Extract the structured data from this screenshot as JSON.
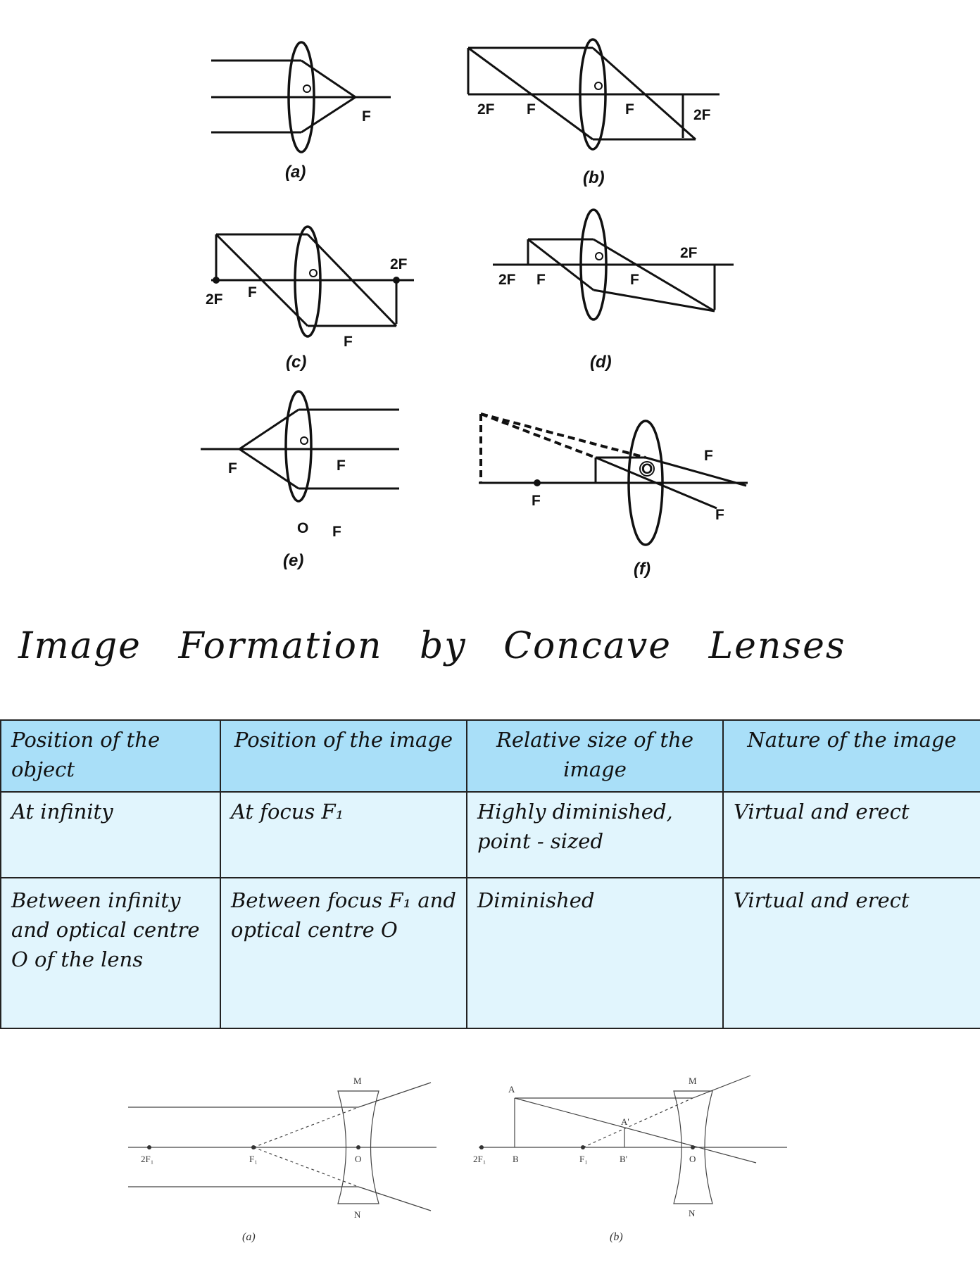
{
  "convex_diagrams": {
    "a": {
      "caption": "(a)",
      "labels": [
        "F"
      ]
    },
    "b": {
      "caption": "(b)",
      "labels": [
        "2F",
        "F",
        "F",
        "2F"
      ]
    },
    "c": {
      "caption": "(c)",
      "labels": [
        "2F",
        "F",
        "2F",
        "F"
      ]
    },
    "d": {
      "caption": "(d)",
      "labels": [
        "2F",
        "F",
        "F",
        "2F"
      ]
    },
    "e": {
      "caption": "(e)",
      "labels": [
        "F",
        "F",
        "O",
        "F"
      ]
    },
    "f": {
      "caption": "(f)",
      "labels": [
        "F",
        "F",
        "F",
        "O"
      ]
    }
  },
  "section_title": "Image Formation by Concave Lenses",
  "table": {
    "headers": [
      "Position of the object",
      "Position of the image",
      "Relative size of the image",
      "Nature of the image"
    ],
    "rows": [
      [
        "At infinity",
        "At focus F₁",
        "Highly diminished, point - sized",
        "Virtual and erect"
      ],
      [
        "Between infinity and optical centre O of the lens",
        "Between focus F₁ and optical centre O",
        "Diminished",
        "Virtual and erect"
      ]
    ]
  },
  "concave_diagrams": {
    "a": {
      "caption": "(a)",
      "labels": [
        "M",
        "N",
        "2F₁",
        "F₁",
        "O"
      ]
    },
    "b": {
      "caption": "(b)",
      "labels": [
        "A",
        "M",
        "A'",
        "2F₁",
        "B",
        "F₁",
        "B'",
        "O",
        "N"
      ]
    }
  }
}
